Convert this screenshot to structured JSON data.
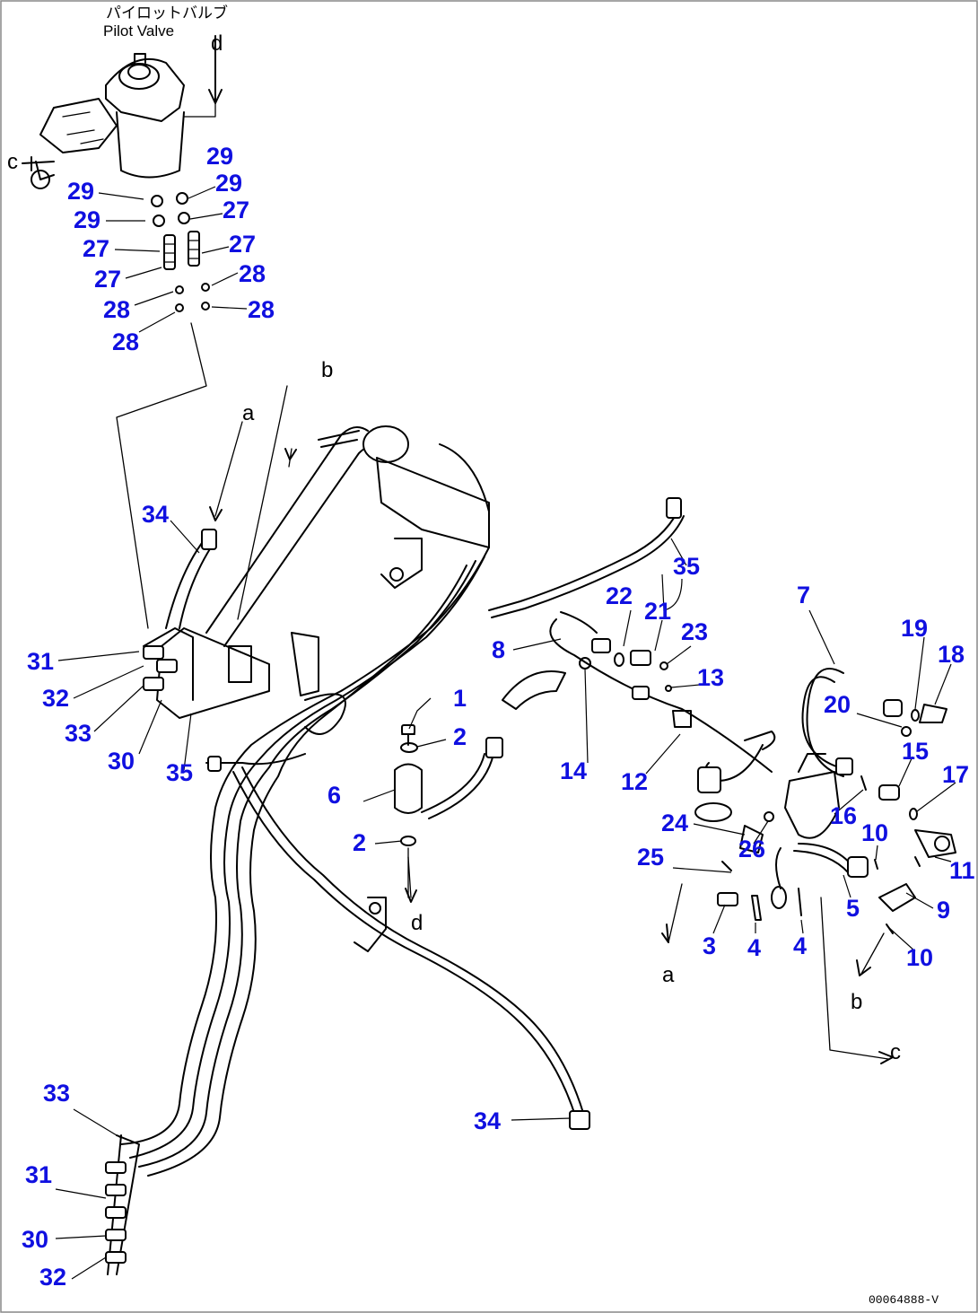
{
  "header": {
    "caption_jp": "パイロットバルブ",
    "caption_en": "Pilot Valve"
  },
  "drawing_number": "00064888-V",
  "ref_letters": {
    "a": "a",
    "b": "b",
    "c": "c",
    "d": "d"
  },
  "parts": {
    "p1": "1",
    "p2": "2",
    "p3": "3",
    "p4": "4",
    "p5": "5",
    "p6": "6",
    "p7": "7",
    "p8": "8",
    "p9": "9",
    "p10": "10",
    "p11": "11",
    "p12": "12",
    "p13": "13",
    "p14": "14",
    "p15": "15",
    "p16": "16",
    "p17": "17",
    "p18": "18",
    "p19": "19",
    "p20": "20",
    "p21": "21",
    "p22": "22",
    "p23": "23",
    "p24": "24",
    "p25": "25",
    "p26": "26",
    "p27": "27",
    "p28": "28",
    "p29": "29",
    "p30": "30",
    "p31": "31",
    "p32": "32",
    "p33": "33",
    "p34": "34",
    "p35": "35"
  },
  "colors": {
    "callout": "#1010e0",
    "linework": "#000000",
    "background": "#ffffff"
  }
}
